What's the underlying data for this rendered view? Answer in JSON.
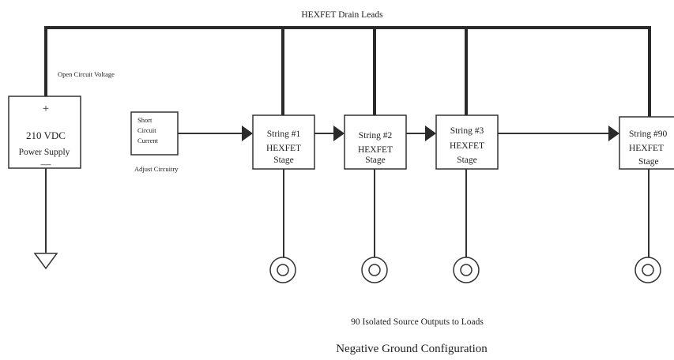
{
  "diagram": {
    "bus_label": "HEXFET Drain Leads",
    "open_circuit_label": "Open Circuit Voltage",
    "supply": {
      "plus": "+",
      "minus": "—",
      "line1": "210  VDC",
      "line2": "Power Supply"
    },
    "adjust": {
      "line1": "Short",
      "line2": "Circuit",
      "line3": "Current",
      "caption": "Adjust Circuitry"
    },
    "stages": [
      {
        "line1": "String #1",
        "line2": "HEXFET",
        "line3": "Stage"
      },
      {
        "line1": "String #2",
        "line2": "HEXFET",
        "line3": "Stage"
      },
      {
        "line1": "String #3",
        "line2": "HEXFET",
        "line3": "Stage"
      },
      {
        "line1": "String #90",
        "line2": "HEXFET",
        "line3": "Stage"
      }
    ],
    "outputs_label": "90 Isolated Source Outputs to Loads",
    "configuration_label": "Negative Ground Configuration"
  }
}
